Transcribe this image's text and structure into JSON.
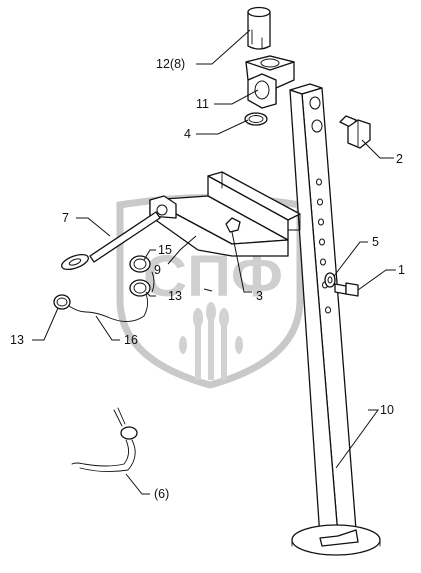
{
  "watermark": {
    "text": "СПФ"
  },
  "callouts": [
    {
      "id": "12",
      "text": "12(8)"
    },
    {
      "id": "11",
      "text": "11"
    },
    {
      "id": "4",
      "text": "4"
    },
    {
      "id": "2",
      "text": "2"
    },
    {
      "id": "7",
      "text": "7"
    },
    {
      "id": "15",
      "text": "15"
    },
    {
      "id": "9",
      "text": "9"
    },
    {
      "id": "13a",
      "text": "13"
    },
    {
      "id": "3",
      "text": "3"
    },
    {
      "id": "5",
      "text": "5"
    },
    {
      "id": "1",
      "text": "1"
    },
    {
      "id": "13b",
      "text": "13"
    },
    {
      "id": "16",
      "text": "16"
    },
    {
      "id": "10",
      "text": "10"
    },
    {
      "id": "6",
      "text": "(6)"
    }
  ]
}
